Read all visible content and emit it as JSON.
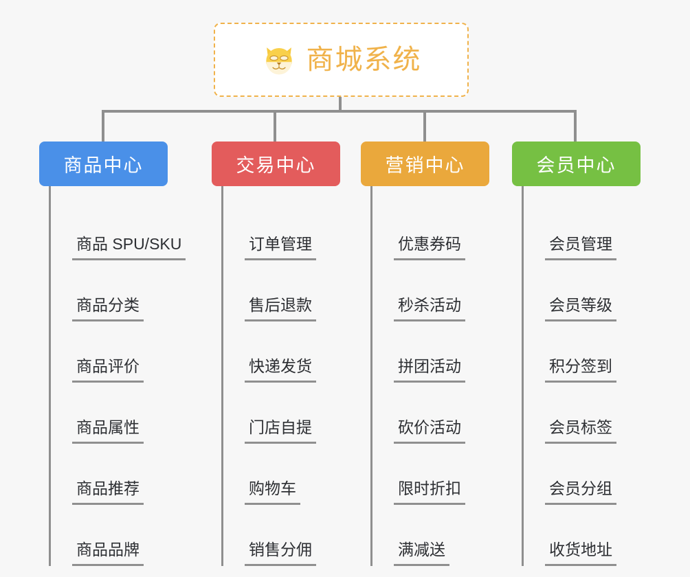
{
  "root": {
    "title": "商城系统",
    "icon": "shiba-dog-face-icon",
    "accent": "#f0b24a",
    "border_style": "dashed",
    "background": "#ffffff"
  },
  "canvas": {
    "background": "#f7f7f7",
    "connector_color": "#8f8f8f"
  },
  "branches": [
    {
      "label": "商品中心",
      "color": "#4a90e8",
      "leaves": [
        {
          "label": "商品 SPU/SKU"
        },
        {
          "label": "商品分类"
        },
        {
          "label": "商品评价"
        },
        {
          "label": "商品属性"
        },
        {
          "label": "商品推荐"
        },
        {
          "label": "商品品牌"
        }
      ]
    },
    {
      "label": "交易中心",
      "color": "#e35c5c",
      "leaves": [
        {
          "label": "订单管理"
        },
        {
          "label": "售后退款"
        },
        {
          "label": "快递发货"
        },
        {
          "label": "门店自提"
        },
        {
          "label": "购物车"
        },
        {
          "label": "销售分佣"
        }
      ]
    },
    {
      "label": "营销中心",
      "color": "#eaa83c",
      "leaves": [
        {
          "label": "优惠券码"
        },
        {
          "label": "秒杀活动"
        },
        {
          "label": "拼团活动"
        },
        {
          "label": "砍价活动"
        },
        {
          "label": "限时折扣"
        },
        {
          "label": "满减送"
        }
      ]
    },
    {
      "label": "会员中心",
      "color": "#76c043",
      "leaves": [
        {
          "label": "会员管理"
        },
        {
          "label": "会员等级"
        },
        {
          "label": "积分签到"
        },
        {
          "label": "会员标签"
        },
        {
          "label": "会员分组"
        },
        {
          "label": "收货地址"
        }
      ]
    }
  ]
}
